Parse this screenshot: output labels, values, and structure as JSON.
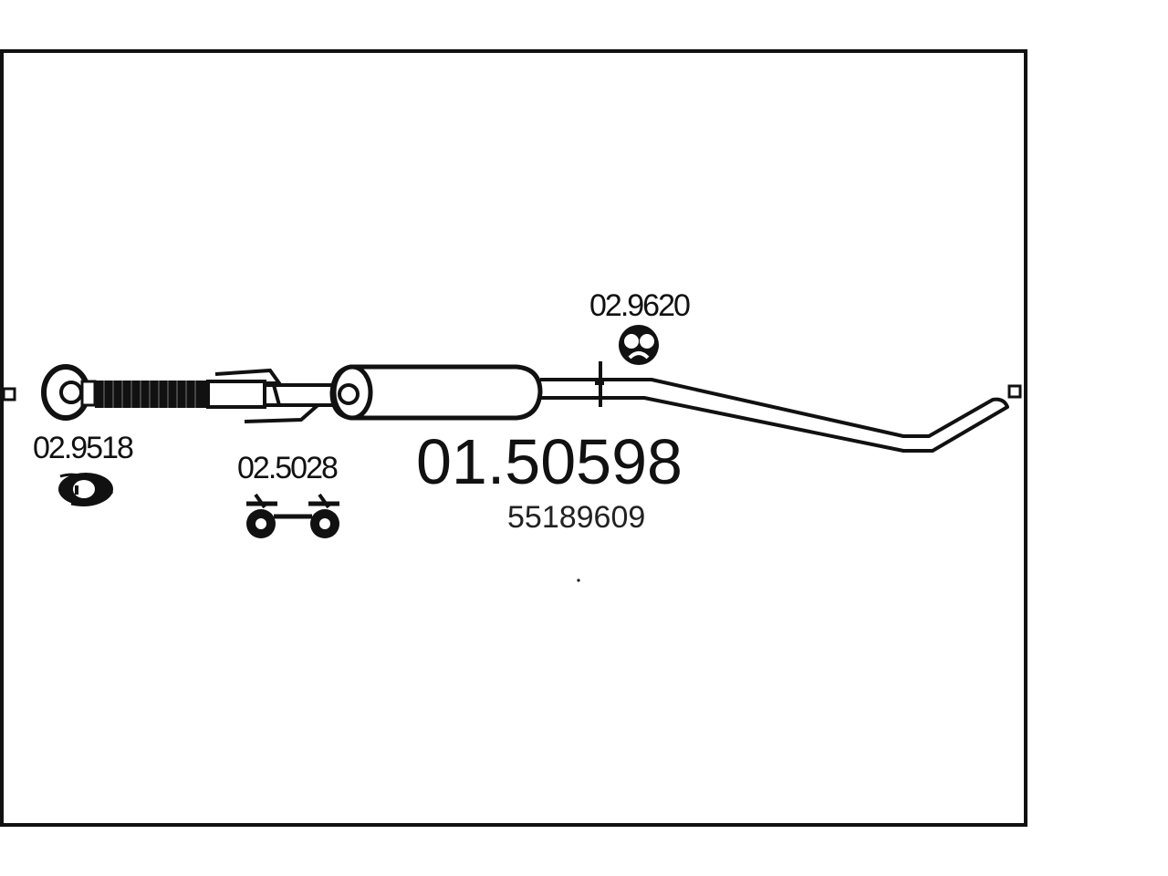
{
  "part_number": "01.50598",
  "oem_number": "55189609",
  "components": [
    {
      "code": "02.9518"
    },
    {
      "code": "02.5028"
    },
    {
      "code": "02.9620"
    }
  ],
  "colors": {
    "line": "#111111",
    "background": "#ffffff"
  }
}
